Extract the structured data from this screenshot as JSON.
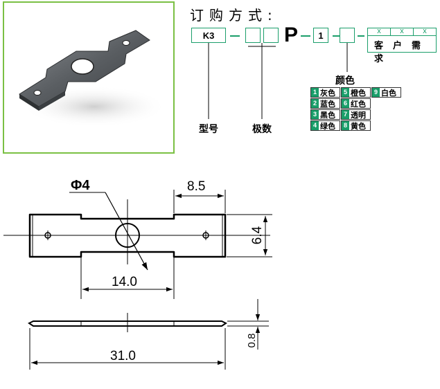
{
  "ordering": {
    "title": "订购方式:",
    "model_code": "K3",
    "letter_p": "P",
    "p_suffix": "1",
    "custom_marks": [
      "x",
      "x",
      "x"
    ],
    "custom_label": "客户需求",
    "model_note": "型号",
    "poles_note": "极数",
    "color_title": "颜色",
    "colors": [
      {
        "num": "1",
        "name": "灰色"
      },
      {
        "num": "2",
        "name": "蓝色"
      },
      {
        "num": "3",
        "name": "黑色"
      },
      {
        "num": "4",
        "name": "绿色"
      },
      {
        "num": "5",
        "name": "橙色"
      },
      {
        "num": "6",
        "name": "红色"
      },
      {
        "num": "7",
        "name": "透明"
      },
      {
        "num": "8",
        "name": "黄色"
      },
      {
        "num": "9",
        "name": "白色"
      }
    ]
  },
  "drawing": {
    "hole_dia": "Φ4",
    "tab_width": "8.5",
    "height": "6.4",
    "hole_spacing": "14.0",
    "thickness": "0.8",
    "length": "31.0"
  },
  "colors": {
    "accent_green": "#1a9e6a",
    "frame_green": "#7ac043"
  }
}
